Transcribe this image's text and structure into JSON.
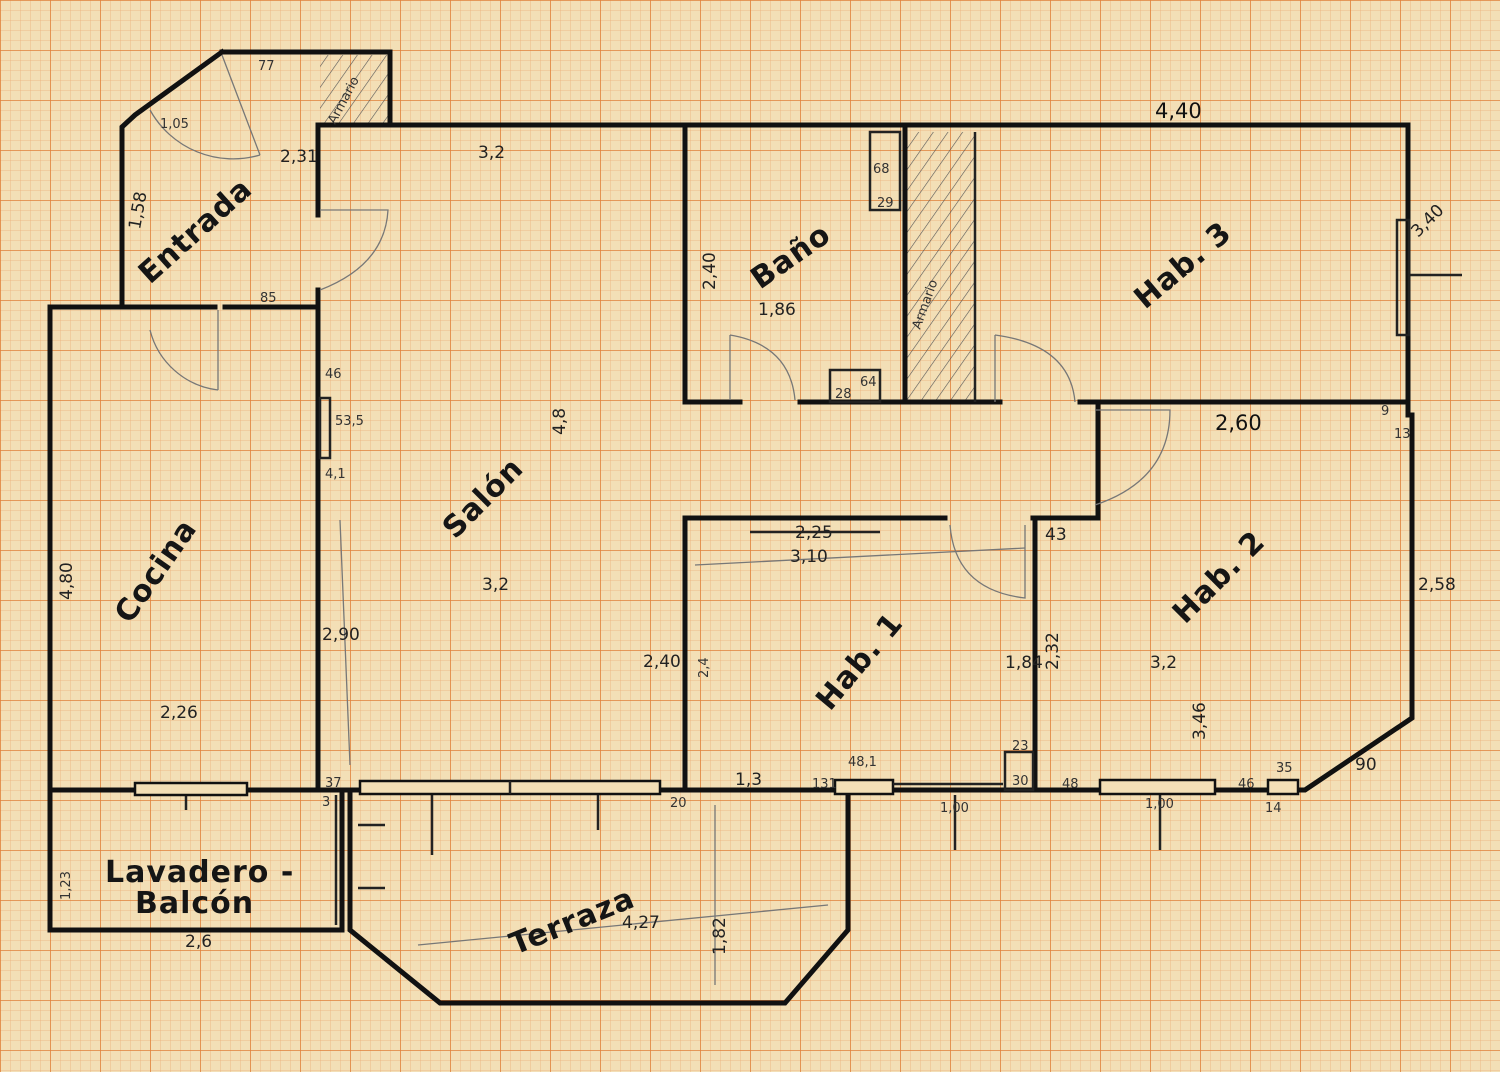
{
  "colors": {
    "paper": "#f3dfb6",
    "grid_major": "#e0803a",
    "grid_minor": "#ecaf7c",
    "ink": "#111111"
  },
  "rooms": {
    "entrada": "Entrada",
    "armario_entrada": "Armario",
    "bano": "Baño",
    "armario_hab3": "Armario",
    "hab3": "Hab. 3",
    "cocina": "Cocina",
    "salon": "Salón",
    "hab1": "Hab. 1",
    "hab2": "Hab. 2",
    "lavadero_1": "Lavadero -",
    "lavadero_2": "Balcón",
    "terraza": "Terraza"
  },
  "dims": {
    "top_440": "4,40",
    "salon_top_32": "3,2",
    "entrada_77": "77",
    "entrada_105": "1,05",
    "entrada_231": "2,31",
    "entrada_158": "1,58",
    "cocina_85": "85",
    "salon_46": "46",
    "salon_535": "53,5",
    "salon_41": "4,1",
    "salon_48": "4,8",
    "salon_32": "3,2",
    "salon_290": "2,90",
    "bano_240": "2,40",
    "bano_186": "1,86",
    "bano_68": "68",
    "bano_29": "29",
    "bano_28": "28",
    "bano_64": "64",
    "hab3_340": "3,40",
    "pas_9": "9",
    "pas_13": "13",
    "pas_260": "2,60",
    "hab1_225": "2,25",
    "hab1_310": "3,10",
    "hab1_240": "2,40",
    "hab1_24": "2,4",
    "hab1_13": "1,3",
    "hab1_481": "48,1",
    "hab1_131": "131",
    "hab1_100": "1,00",
    "hab1_20": "20",
    "hab2_43": "43",
    "hab2_232": "2,32",
    "hab2_184": "1,84",
    "hab2_32": "3,2",
    "hab2_346": "3,46",
    "hab2_258": "2,58",
    "hab2_23": "23",
    "hab2_30": "30",
    "hab2_48": "48",
    "hab2_100": "1,00",
    "hab2_46": "46",
    "hab2_35": "35",
    "hab2_90": "90",
    "hab2_14": "14",
    "cocina_480": "4,80",
    "cocina_226": "2,26",
    "cocina_37": "37",
    "cocina_3": "3",
    "lav_123": "1,23",
    "lav_26": "2,6",
    "ter_427": "4,27",
    "ter_182": "1,82"
  }
}
